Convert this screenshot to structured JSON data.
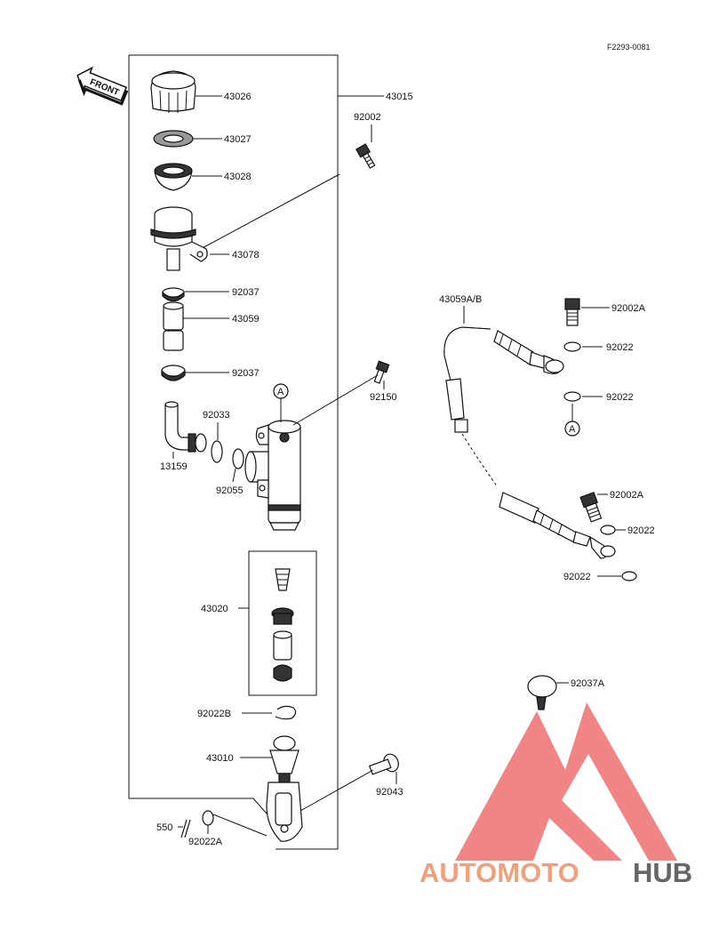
{
  "figure_ref": "F2293-0081",
  "front_label": "FRONT",
  "callout_marker": "A",
  "watermark": {
    "text_auto": "AUTOMOTO",
    "text_hub": "HUB",
    "color_auto": "#f2a07b",
    "color_hub": "#666666",
    "logo_color": "#ef6f6f"
  },
  "parts": {
    "p43015": "43015",
    "p43026": "43026",
    "p43027": "43027",
    "p43028": "43028",
    "p92002": "92002",
    "p43078": "43078",
    "p92037_a": "92037",
    "p43059": "43059",
    "p92037_b": "92037",
    "p92150": "92150",
    "p92033": "92033",
    "p13159": "13159",
    "p92055": "92055",
    "p43059ab": "43059A/B",
    "p92002a_a": "92002A",
    "p92022_a": "92022",
    "p92022_b": "92022",
    "p92002a_b": "92002A",
    "p92022_c": "92022",
    "p92022_d": "92022",
    "p43020": "43020",
    "p92037a": "92037A",
    "p92022b": "92022B",
    "p43010": "43010",
    "p92043": "92043",
    "p550": "550",
    "p92022a": "92022A"
  }
}
